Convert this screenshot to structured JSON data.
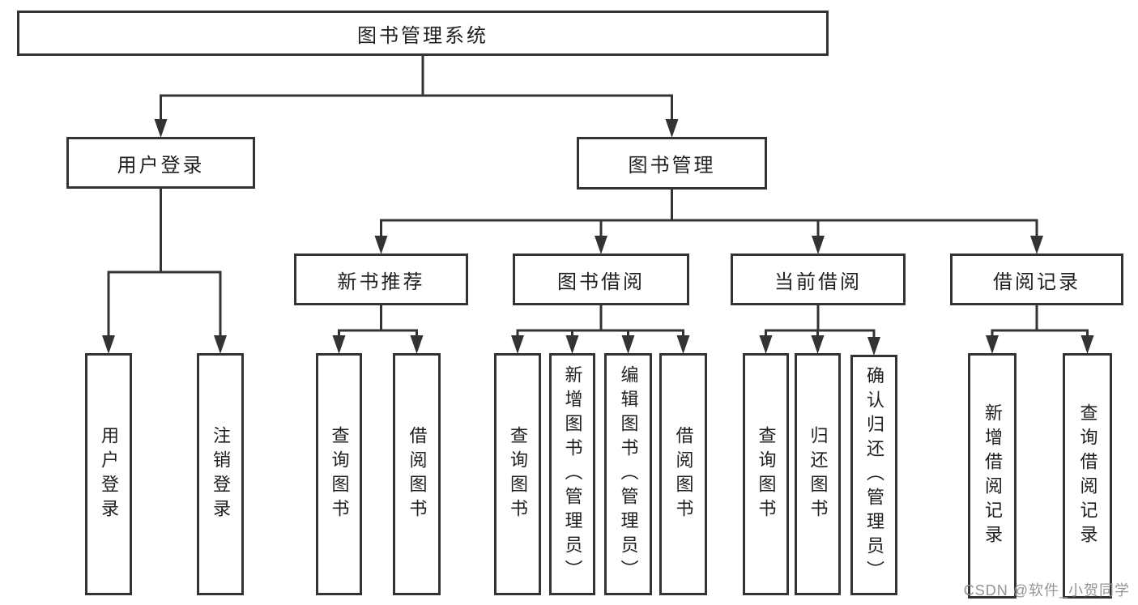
{
  "diagram": {
    "type": "hierarchy-tree",
    "tree": {
      "label": "图书管理系统",
      "children": [
        {
          "label": "用户登录",
          "children": [
            {
              "label": "用户登录"
            },
            {
              "label": "注销登录"
            }
          ]
        },
        {
          "label": "图书管理",
          "children": [
            {
              "label": "新书推荐",
              "children": [
                {
                  "label": "查询图书"
                },
                {
                  "label": "借阅图书"
                }
              ]
            },
            {
              "label": "图书借阅",
              "children": [
                {
                  "label": "查询图书"
                },
                {
                  "label": "新增图书（管理员）"
                },
                {
                  "label": "编辑图书（管理员）"
                },
                {
                  "label": "借阅图书"
                }
              ]
            },
            {
              "label": "当前借阅",
              "children": [
                {
                  "label": "查询图书"
                },
                {
                  "label": "归还图书"
                },
                {
                  "label": "确认归还（管理员）"
                }
              ]
            },
            {
              "label": "借阅记录",
              "children": [
                {
                  "label": "新增借阅记录"
                },
                {
                  "label": "查询借阅记录"
                }
              ]
            }
          ]
        }
      ]
    },
    "colors": {
      "line": "#333333",
      "box_border": "#333333",
      "text": "#1f1f1f",
      "background": "#ffffff",
      "watermark": "#949494"
    }
  },
  "watermark": {
    "text": "CSDN @软件_小贺同学"
  }
}
